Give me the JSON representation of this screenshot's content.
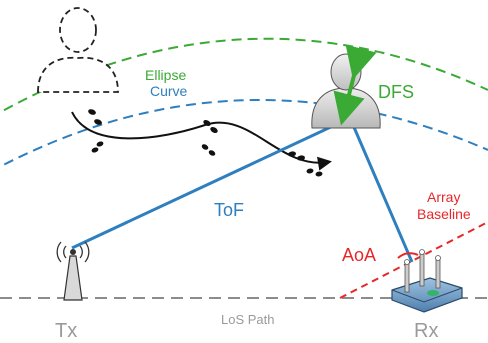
{
  "labels": {
    "ellipse_line1": "Ellipse",
    "ellipse_line2": "Curve",
    "dfs": "DFS",
    "tof": "ToF",
    "array_line1": "Array",
    "array_line2": "Baseline",
    "aoa": "AoA",
    "tx": "Tx",
    "rx": "Rx",
    "los": "LoS Path"
  },
  "colors": {
    "ellipse_outer": "#3aaa35",
    "ellipse_inner": "#2e7fbf",
    "signal_path": "#2e7fbf",
    "dfs_arrow": "#3aaa35",
    "array_baseline": "#e8272a",
    "los_line": "#8c8c8c",
    "footprints": "#111111",
    "person": "#d9d9d9",
    "ellipse_label": "#3aaa35",
    "curve_label": "#2e7fbf",
    "tof_label": "#2e7fbf",
    "dfs_label": "#3aaa35",
    "aoa_label": "#e8272a",
    "array_label": "#e8272a",
    "tx_rx_label": "#9a9a9a"
  },
  "icons": {
    "person_previous": "dashed-person-icon",
    "person_current": "person-icon",
    "transmitter": "antenna-tower-icon",
    "receiver": "router-icon",
    "walking_trace": "footprints-icon"
  }
}
